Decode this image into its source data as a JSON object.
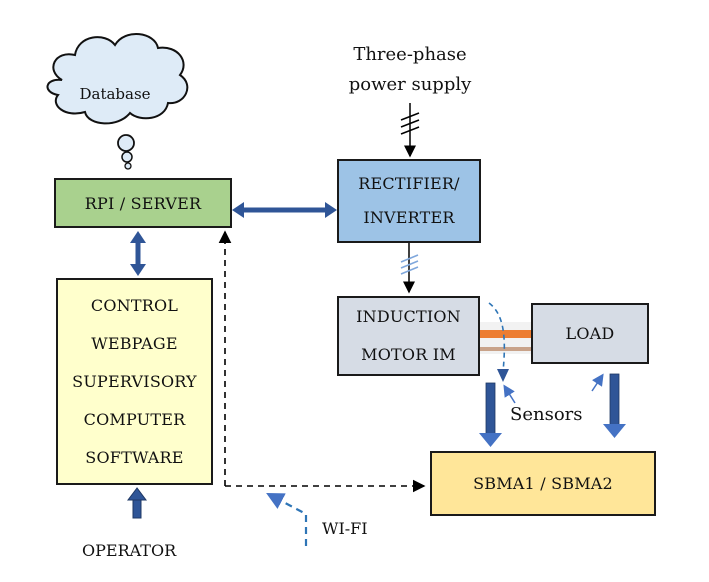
{
  "diagram": {
    "database": {
      "label": "Database",
      "shape": "cloud",
      "color": "#deebf7"
    },
    "power_supply": {
      "line1": "Three-phase",
      "line2": "power supply"
    },
    "rpi_server": {
      "label": "RPI / SERVER",
      "color": "#a9d18e"
    },
    "rectifier_inverter": {
      "line1": "RECTIFIER/",
      "line2": "INVERTER",
      "color": "#9dc3e6"
    },
    "induction_motor": {
      "line1": "INDUCTION",
      "line2": "MOTOR IM",
      "color": "#d6dce5"
    },
    "load": {
      "label": "LOAD",
      "color": "#d6dce5"
    },
    "control_box": {
      "lines": [
        "CONTROL",
        "WEBPAGE",
        "SUPERVISORY",
        "COMPUTER",
        "SOFTWARE"
      ],
      "color": "#ffffcc"
    },
    "sbma": {
      "label": "SBMA1 / SBMA2",
      "color": "#ffe699"
    },
    "sensors_label": "Sensors",
    "wifi_label": "WI-FI",
    "operator_label": "OPERATOR",
    "colors": {
      "arrow_blue": "#2f5597",
      "dashed_blue": "#2e75b6",
      "shaft_orange": "#ed7d31",
      "shaft_brown": "#c9a38a"
    }
  }
}
